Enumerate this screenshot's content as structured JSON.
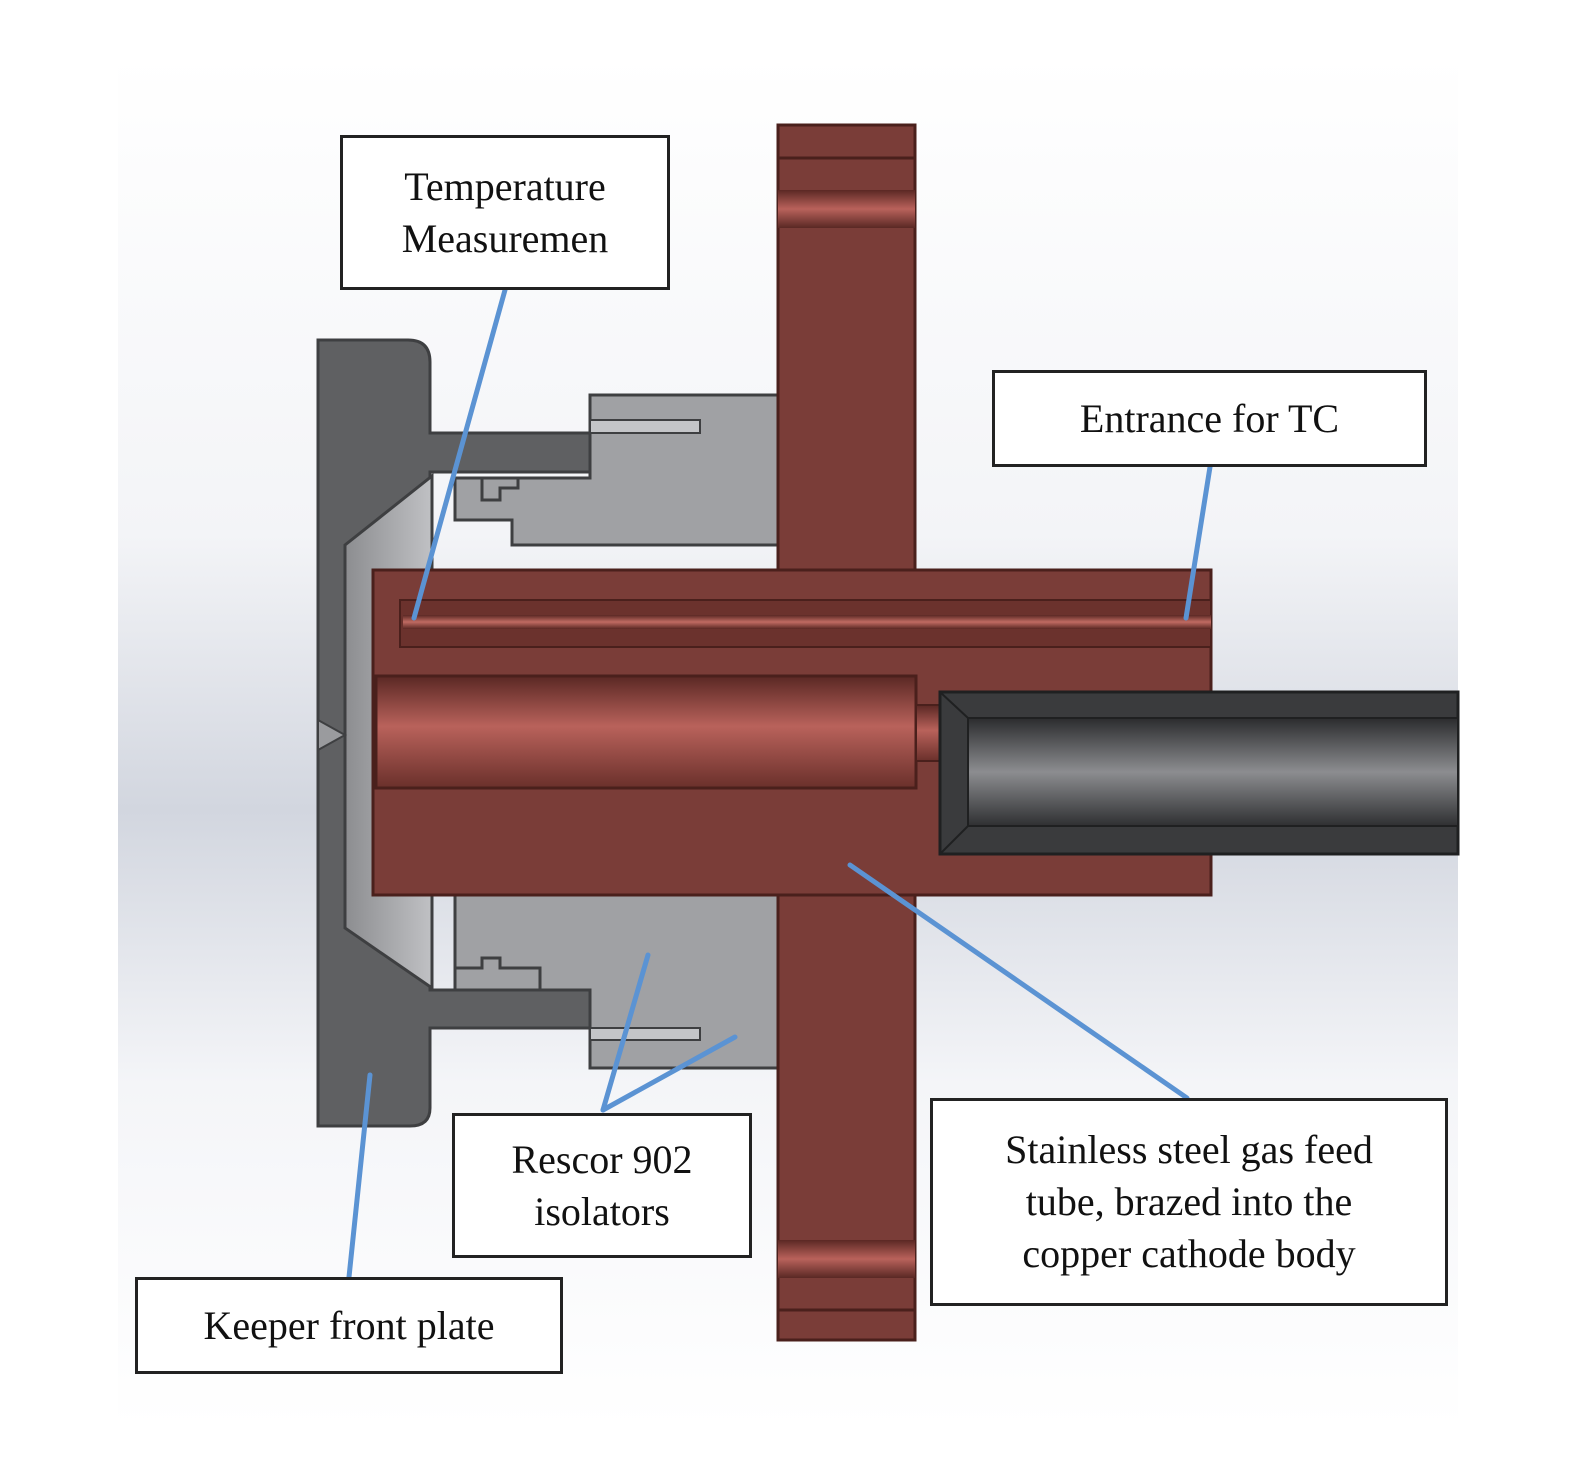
{
  "colors": {
    "copper": "#7a3d38",
    "copper_highlight": "#b9625b",
    "copper_shadow": "#55241f",
    "keeper": "#5f6062",
    "keeper_edge": "#3e3f41",
    "isolator": "#a0a1a4",
    "isolator_light": "#c4c5c8",
    "tube_dark": "#3a3b3d",
    "tube_light": "#8c8d90",
    "leader_line": "#5b93d3",
    "background_gradient": "#c9cdd8"
  },
  "labels": {
    "temperature": {
      "line1": "Temperature",
      "line2": "Measuremen"
    },
    "entrance": {
      "line1": "Entrance for TC"
    },
    "rescor": {
      "line1": "Rescor 902",
      "line2": "isolators"
    },
    "gas_tube": {
      "line1": "Stainless steel gas feed",
      "line2": "tube, brazed into the",
      "line3": "copper cathode body"
    },
    "keeper": {
      "line1": "Keeper front plate"
    }
  }
}
